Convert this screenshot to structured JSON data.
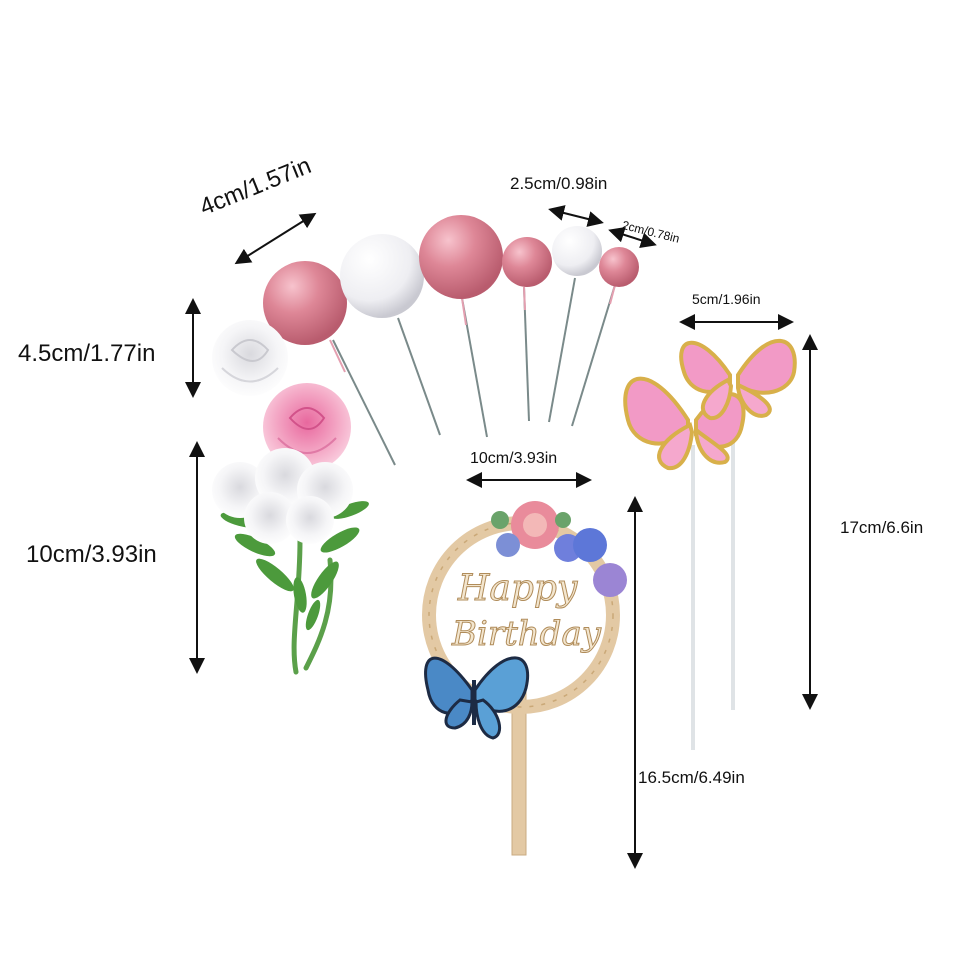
{
  "image": {
    "description_note": "",
    "dimensions": {
      "ball_large": "4cm/1.57in",
      "ball_medium": "2.5cm/0.98in",
      "ball_small": "2cm/0.78in",
      "rose_head": "4.5cm/1.77in",
      "flower_stem": "10cm/3.93in",
      "plaque_width": "10cm/3.93in",
      "plaque_height": "16.5cm/6.49in",
      "butterfly_width": "5cm/1.96in",
      "butterfly_height": "17cm/6.6in"
    },
    "topper_text": {
      "line1": "Happy",
      "line2": "Birthday"
    },
    "colors": {
      "pink_ball": "#d97d8e",
      "white_ball": "#f4f4f6",
      "wood": "#e3c9a4",
      "pink_butterfly": "#f29ac6",
      "gold_trim": "#d8b04a",
      "blue_butterfly": "#4a89c6",
      "leaf_green": "#4c9a3c",
      "arrow": "#111111"
    }
  }
}
